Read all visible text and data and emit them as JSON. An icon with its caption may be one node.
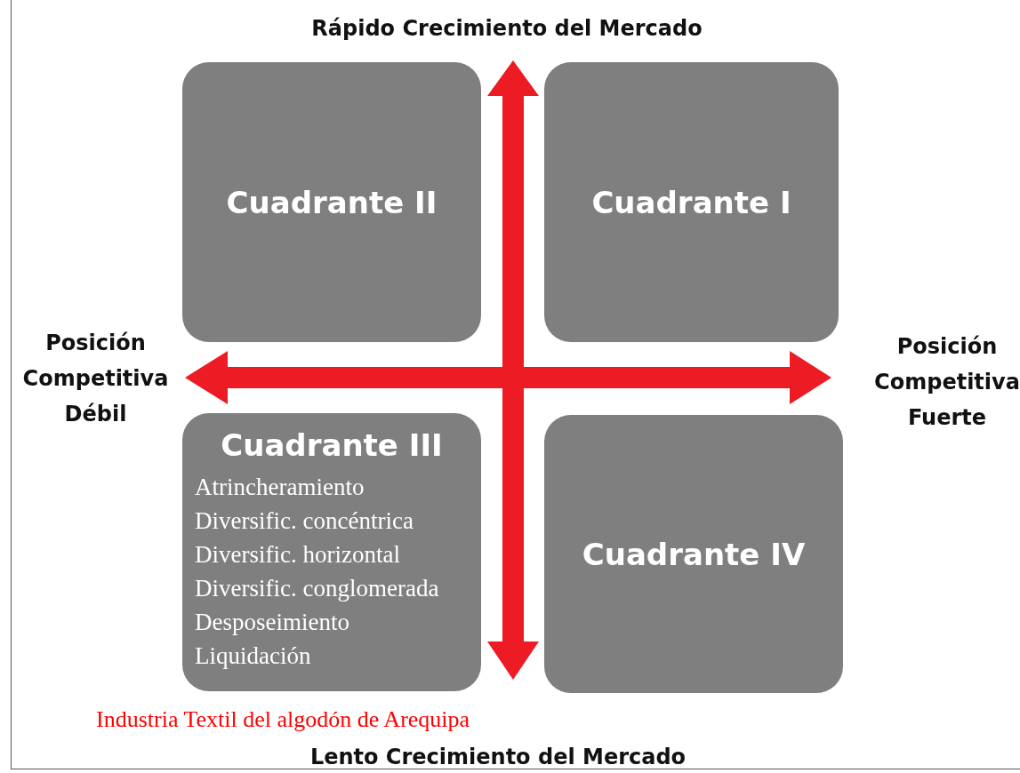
{
  "diagram": {
    "nodes": [
      {
        "text": [
          "Cuadrante II"
        ]
      },
      {
        "text": [
          "Cuadrante I"
        ]
      },
      {
        "text": [
          "Cuadrante III",
          "Atrincheramiento",
          "Diversific. concéntrica",
          "Diversific. horizontal",
          "Diversific. conglomerada",
          "Desposeimiento",
          "Liquidación"
        ]
      },
      {
        "text": [
          "Cuadrante IV"
        ]
      }
    ],
    "edges": [],
    "labels": [
      "Rápido Crecimiento del Mercado",
      "Posición Competitiva Débil",
      "Posición Competitiva Fuerte",
      "Industria Textil del algodón de Arequipa",
      "Lento Crecimiento del Mercado"
    ]
  }
}
